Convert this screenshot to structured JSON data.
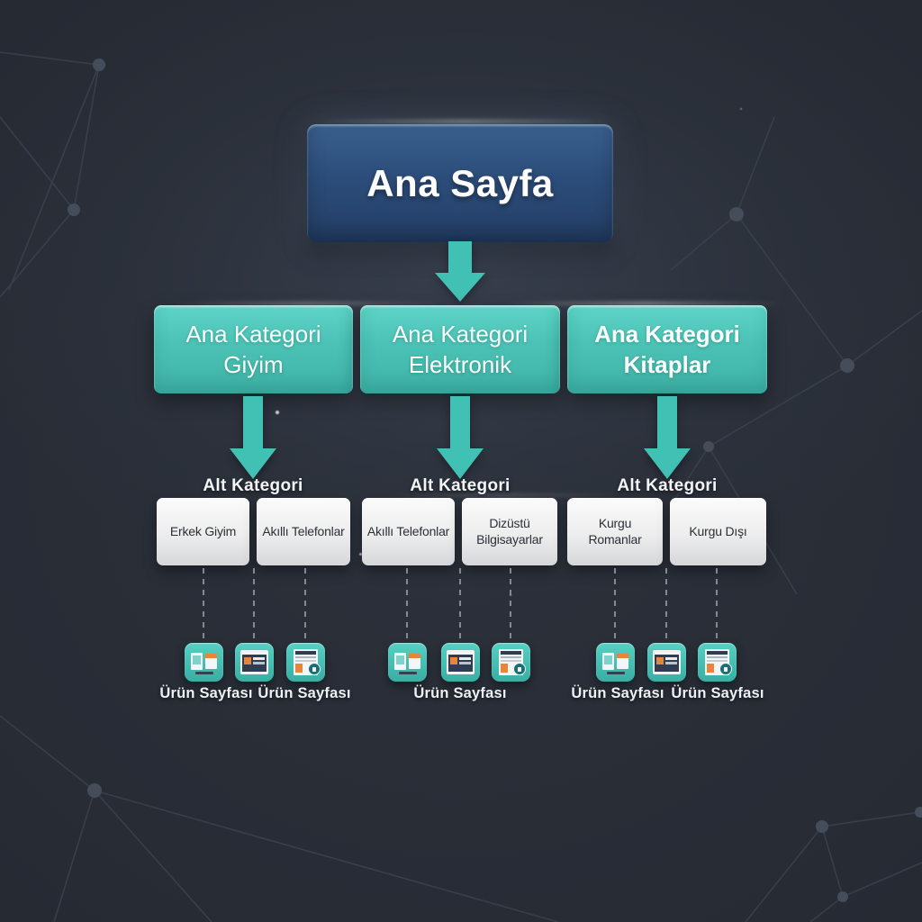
{
  "root": {
    "label": "Ana Sayfa"
  },
  "categories": [
    {
      "label": "Ana Kategori\nGiyim",
      "sub_header": "Alt Kategori",
      "subcategories": [
        "Erkek Giyim",
        "Akıllı Telefonlar"
      ],
      "products": [
        {
          "icon": "product-catalog-icon",
          "label": "Ürün Sayfası"
        },
        {
          "icon": "product-browser-icon",
          "label": ""
        },
        {
          "icon": "product-invoice-icon",
          "label": "Ürün Sayfası"
        }
      ]
    },
    {
      "label": "Ana Kategori\nElektronik",
      "sub_header": "Alt Kategori",
      "subcategories": [
        "Akıllı Telefonlar",
        "Dizüstü\nBilgisayarlar"
      ],
      "products": [
        {
          "icon": "product-catalog-icon",
          "label": ""
        },
        {
          "icon": "product-browser-icon",
          "label": "Ürün Sayfası"
        },
        {
          "icon": "product-invoice-icon",
          "label": ""
        }
      ]
    },
    {
      "label": "Ana Kategori\nKitaplar",
      "sub_header": "Alt Kategori",
      "subcategories": [
        "Kurgu\nRomanlar",
        "Kurgu Dışı"
      ],
      "products": [
        {
          "icon": "product-catalog-icon",
          "label": "Ürün Sayfası"
        },
        {
          "icon": "product-browser-icon",
          "label": ""
        },
        {
          "icon": "product-invoice-icon",
          "label": "Ürün Sayfası"
        }
      ]
    }
  ],
  "colors": {
    "accent_teal": "#45c4b8",
    "root_blue": "#2c4d7a",
    "subcategory_box": "#ececee",
    "background": "#272b34",
    "connector": "#9aa0a8"
  }
}
